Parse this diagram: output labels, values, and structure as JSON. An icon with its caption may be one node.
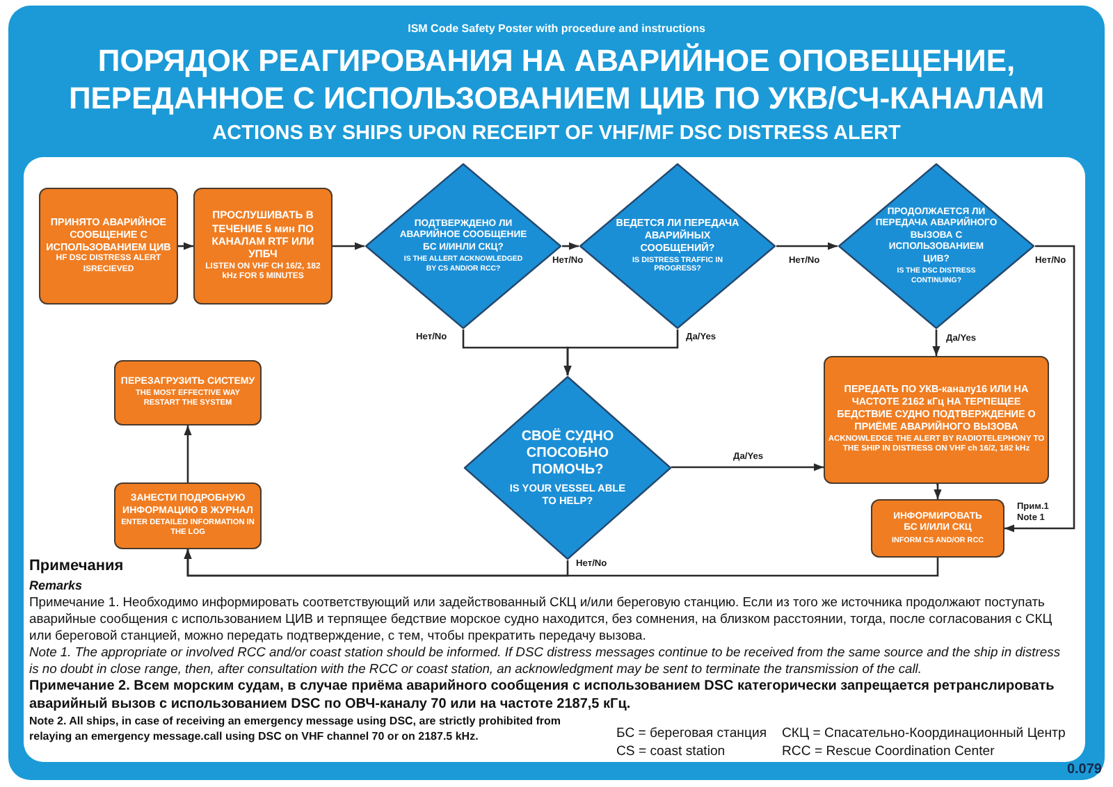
{
  "diagram": {
    "title": "ПОРЯДОК РЕАГИРОВАНИЯ НА АВАРИЙНОЕ ОПОВЕЩЕНИЕ, ПЕРЕДАННОЕ С ИСПОЛЬЗОВАНИЕМ ЦИВ ПО УКВ/СЧ-КАНАЛАМ",
    "nodes": [
      {
        "text": [
          "ПРИНЯТО АВАРИЙНОЕ СООБЩЕНИЕ С ИСПОЛЬЗОВАНИЕМ ЦИВ",
          "HF DSC DISTRESS ALERT ISRECIEVED"
        ]
      },
      {
        "text": [
          "ПРОСЛУШИВАТЬ В ТЕЧЕНИЕ 5 мин ПО КАНАЛАМ RTF ИЛИ УПБЧ",
          "LISTEN ON VHF CH 16/2, 182 kHz FOR 5 MINUTES"
        ]
      },
      {
        "text": [
          "ПОДТВЕРЖДЕНО ЛИ АВАРИЙНОЕ СООБЩЕНИЕ БС И/ИНЛИ СКЦ?",
          "IS THE ALLERT ACKNOWLEDGED BY CS AND/OR RCC?"
        ]
      },
      {
        "text": [
          "ВЕДЕТСЯ ЛИ ПЕРЕДАЧА АВАРИЙНЫХ СООБЩЕНИЙ?",
          "IS DISTRESS TRAFFIC IN PROGRESS?"
        ]
      },
      {
        "text": [
          "ПРОДОЛЖАЕТСЯ ЛИ ПЕРЕДАЧА АВАРИЙНОГО ВЫЗОВА С ИСПОЛЬЗОВАНИЕМ ЦИВ?",
          "IS THE DSC DISTRESS CONTINUING?"
        ]
      },
      {
        "text": [
          "ПЕРЕДАТЬ ПО УКВ-каналу16 ИЛИ НА ЧАСТОТЕ 2162 кГц НА ТЕРПЕЩЕЕ БЕДСТВИЕ СУДНО ПОДТВЕРЖДЕНИЕ О ПРИЁМЕ АВАРИЙНОГО ВЫЗОВА",
          "ACKNOWLEDGE THE ALERT BY RADIOTELEPHONY TO THE SHIP IN DISTRESS ON VHF ch 16/2, 182 kHz"
        ]
      },
      {
        "text": [
          "ИНФОРМИРОВАТЬ БС И/ИЛИ СКЦ",
          "INFORM CS AND/OR RCC"
        ]
      },
      {
        "text": [
          "СВОЁ СУДНО СПОСОБНО ПОМОЧЬ?",
          "IS YOUR VESSEL ABLE TO HELP?"
        ]
      },
      {
        "text": [
          "ЗАНЕСТИ ПОДРОБНУЮ ИНФОРМАЦИЮ В ЖУРНАЛ",
          "ENTER DETAILED INFORMATION IN THE LOG"
        ]
      },
      {
        "text": [
          "ПЕРЕЗАГРУЗИТЬ СИСТЕМУ",
          "THE MOST EFFECTIVE WAY RESTART THE SYSTEM"
        ]
      }
    ],
    "edges": [
      {
        "from": 0,
        "to": 1,
        "arrow": "to"
      },
      {
        "from": 1,
        "to": 2,
        "arrow": "to"
      },
      {
        "from": 2,
        "to": 3,
        "arrow": "to",
        "label": "Нет/No"
      },
      {
        "from": 3,
        "to": 4,
        "arrow": "to",
        "label": "Нет/No"
      },
      {
        "from": 4,
        "to": 6,
        "arrow": "to",
        "label": "Нет/No"
      },
      {
        "from": 4,
        "to": 5,
        "arrow": "to",
        "label": "Да/Yes"
      },
      {
        "from": 2,
        "to": 7,
        "arrow": "to",
        "label": "Нет/No"
      },
      {
        "from": 3,
        "to": 7,
        "arrow": "to",
        "label": "Да/Yes"
      },
      {
        "from": 7,
        "to": 5,
        "arrow": "to",
        "label": "Да/Yes"
      },
      {
        "from": 5,
        "to": 6,
        "arrow": "to"
      },
      {
        "from": 7,
        "to": 8,
        "arrow": "to",
        "label": "Нет/No"
      },
      {
        "from": 6,
        "to": 8,
        "arrow": "to"
      },
      {
        "from": 8,
        "to": 9,
        "arrow": "to"
      }
    ],
    "labels": [
      "ISM Code Safety Poster with procedure and instructions",
      "ACTIONS BY SHIPS UPON RECEIPT OF VHF/MF DSC DISTRESS ALERT",
      "Прим.1",
      "Note 1",
      "Примечания",
      "Remarks",
      "Примечание 1. Необходимо информировать соответствующий или задействованный СКЦ и/или береговую станцию. Если из того же источника продолжают поступать аварийные сообщения с использованием ЦИВ и терпящее бедствие морское судно находится, без сомнения, на близком расстоянии, тогда, после согласования с СКЦ или береговой станцией, можно передать подтверждение, с тем, чтобы прекратить передачу вызова.",
      "Note 1. The appropriate or involved RCC and/or coast station should be informed. If DSC distress messages continue to be received from the same source and the ship in distress is no doubt in close range, then, after consultation with the RCC or coast station, an acknowledgment may be sent to terminate the transmission of the call.",
      "Примечание 2. Всем морским судам, в случае приёма аварийного сообщения с использованием DSC категорически запрещается ретранслировать аварийный вызов с использованием DSC по ОВЧ-каналу 70 или на частоте 2187,5 кГц.",
      "Note 2. All ships, in case of receiving an emergency message using DSC, are strictly prohibited from relaying an emergency message.call using DSC on VHF channel 70 or on 2187.5 kHz.",
      "БС = береговая станция",
      "СКЦ = Спасательно-Координационный Центр",
      "CS = coast station",
      "RCC = Rescue Coordination Center",
      "0.079"
    ]
  }
}
